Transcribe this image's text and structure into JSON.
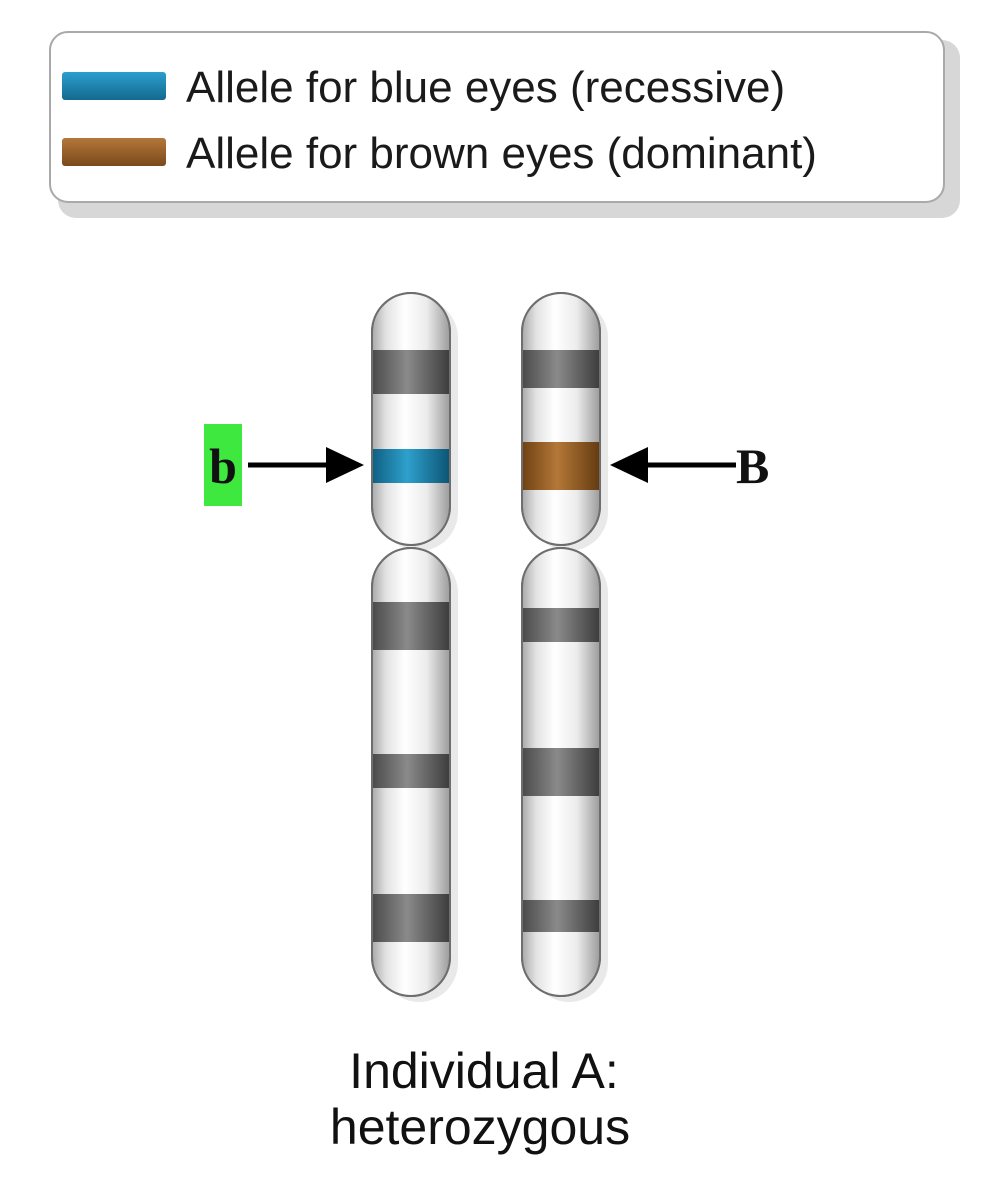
{
  "legend": {
    "items": [
      {
        "label": "Allele for blue eyes (recessive)",
        "color": "#1d88b4"
      },
      {
        "label": "Allele for brown eyes (dominant)",
        "color": "#a0642a"
      }
    ]
  },
  "chromosomes": {
    "left": {
      "allele_label": "b",
      "allele_label_highlight": "#3ee83e"
    },
    "right": {
      "allele_label": "B"
    }
  },
  "caption": {
    "line1": "Individual A:",
    "line2": "heterozygous"
  }
}
